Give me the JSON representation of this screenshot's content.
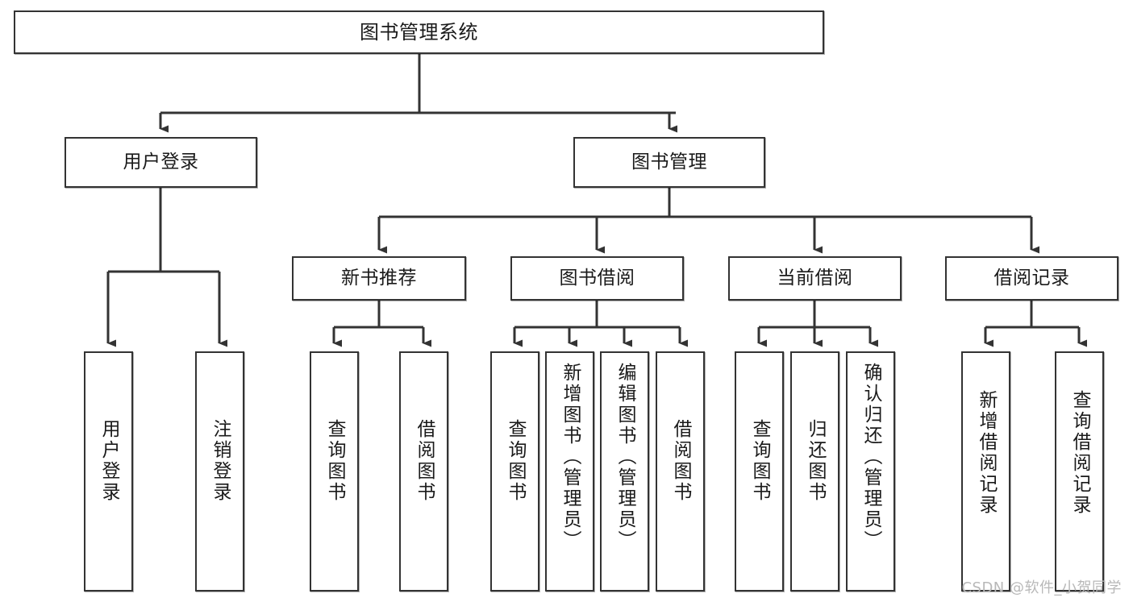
{
  "diagram": {
    "title": "图书管理系统",
    "type": "tree",
    "stroke_color": "#333333",
    "fill_color": "#ffffff",
    "text_color": "#1a1a1a"
  },
  "watermark": {
    "text": "CSDN @软件_小贺同学",
    "color": "#b8b8b8"
  },
  "nodes": {
    "root": {
      "label": "图书管理系统"
    },
    "level1": [
      {
        "label": "用户登录"
      },
      {
        "label": "图书管理"
      }
    ],
    "level2": [
      {
        "label": "新书推荐"
      },
      {
        "label": "图书借阅"
      },
      {
        "label": "当前借阅"
      },
      {
        "label": "借阅记录"
      }
    ],
    "leaves": {
      "user_login": [
        {
          "label": "用户登录"
        },
        {
          "label": "注销登录"
        }
      ],
      "new_book": [
        {
          "label": "查询图书"
        },
        {
          "label": "借阅图书"
        }
      ],
      "book_borrow": [
        {
          "label": "查询图书"
        },
        {
          "label": "新增图书（管理员）"
        },
        {
          "label": "编辑图书（管理员）"
        },
        {
          "label": "借阅图书"
        }
      ],
      "current_borrow": [
        {
          "label": "查询图书"
        },
        {
          "label": "归还图书"
        },
        {
          "label": "确认归还（管理员）"
        }
      ],
      "borrow_record": [
        {
          "label": "新增借阅记录"
        },
        {
          "label": "查询借阅记录"
        }
      ]
    }
  }
}
